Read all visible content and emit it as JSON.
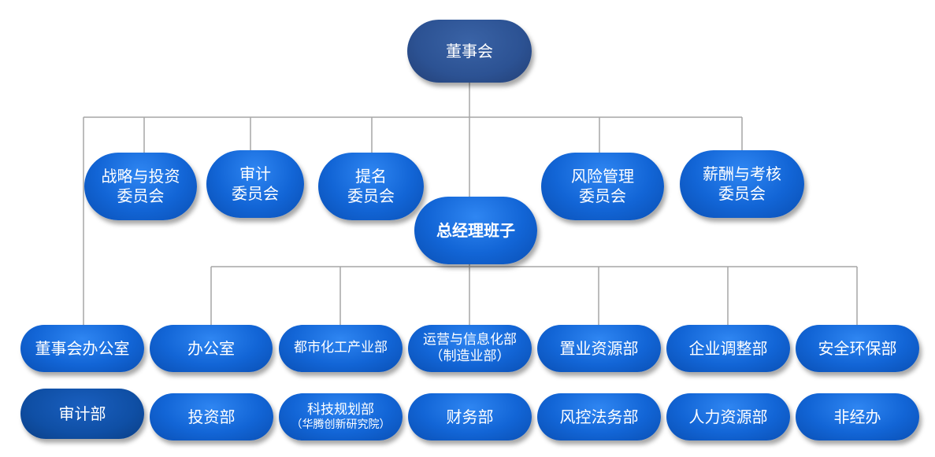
{
  "root": {
    "label": "董事会"
  },
  "committees": [
    {
      "id": "strategy",
      "lines": [
        "战略与投资",
        "委员会"
      ]
    },
    {
      "id": "audit",
      "lines": [
        "审计",
        "委员会"
      ]
    },
    {
      "id": "nomination",
      "lines": [
        "提名",
        "委员会"
      ]
    },
    {
      "id": "risk",
      "lines": [
        "风险管理",
        "委员会"
      ]
    },
    {
      "id": "compensation",
      "lines": [
        "薪酬与考核",
        "委员会"
      ]
    }
  ],
  "gm": {
    "label": "总经理班子"
  },
  "board_office": {
    "label": "董事会办公室"
  },
  "departments_row1": [
    {
      "lines": [
        "办公室"
      ]
    },
    {
      "lines": [
        "都市化工产业部"
      ]
    },
    {
      "lines": [
        "运营与信息化部",
        "（制造业部）"
      ]
    },
    {
      "lines": [
        "置业资源部"
      ]
    },
    {
      "lines": [
        "企业调整部"
      ]
    },
    {
      "lines": [
        "安全环保部"
      ]
    }
  ],
  "audit_dept": {
    "label": "审计部"
  },
  "departments_row2": [
    {
      "lines": [
        "投资部"
      ]
    },
    {
      "lines": [
        "科技规划部",
        "（华腾创新研究院）"
      ]
    },
    {
      "lines": [
        "财务部"
      ]
    },
    {
      "lines": [
        "风控法务部"
      ]
    },
    {
      "lines": [
        "人力资源部"
      ]
    },
    {
      "lines": [
        "非经办"
      ]
    }
  ]
}
